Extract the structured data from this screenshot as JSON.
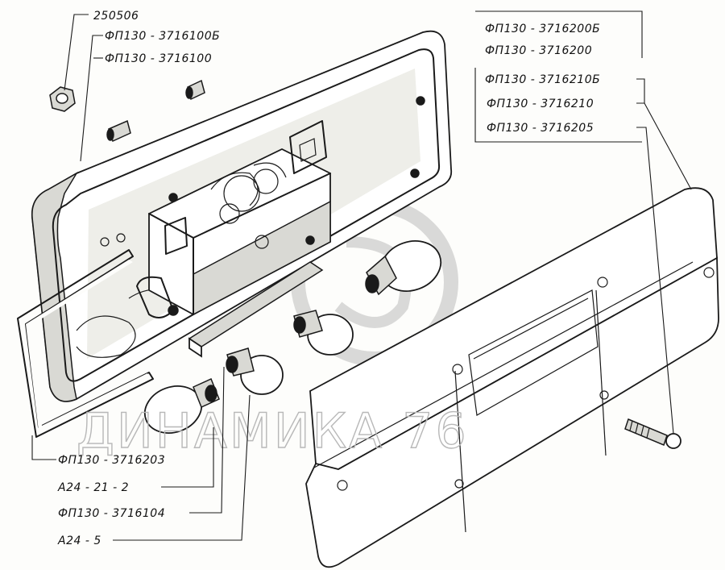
{
  "labels": {
    "nut": "250506",
    "housing_b": "ФП130 - 3716100Б",
    "housing": "ФП130 - 3716100",
    "lens_b": "ФП130 - 3716200Б",
    "lens": "ФП130 - 3716200",
    "diffuser_b": "ФП130 - 3716210Б",
    "diffuser": "ФП130 - 3716210",
    "screw": "ФП130 - 3716205",
    "gasket": "ФП130 - 3716203",
    "bulb_a24_21_2": "А24 - 21 - 2",
    "socket_plate": "ФП130 - 3716104",
    "bulb_a24_5": "А24 - 5"
  },
  "watermark": "ДИНАМИКА 76"
}
